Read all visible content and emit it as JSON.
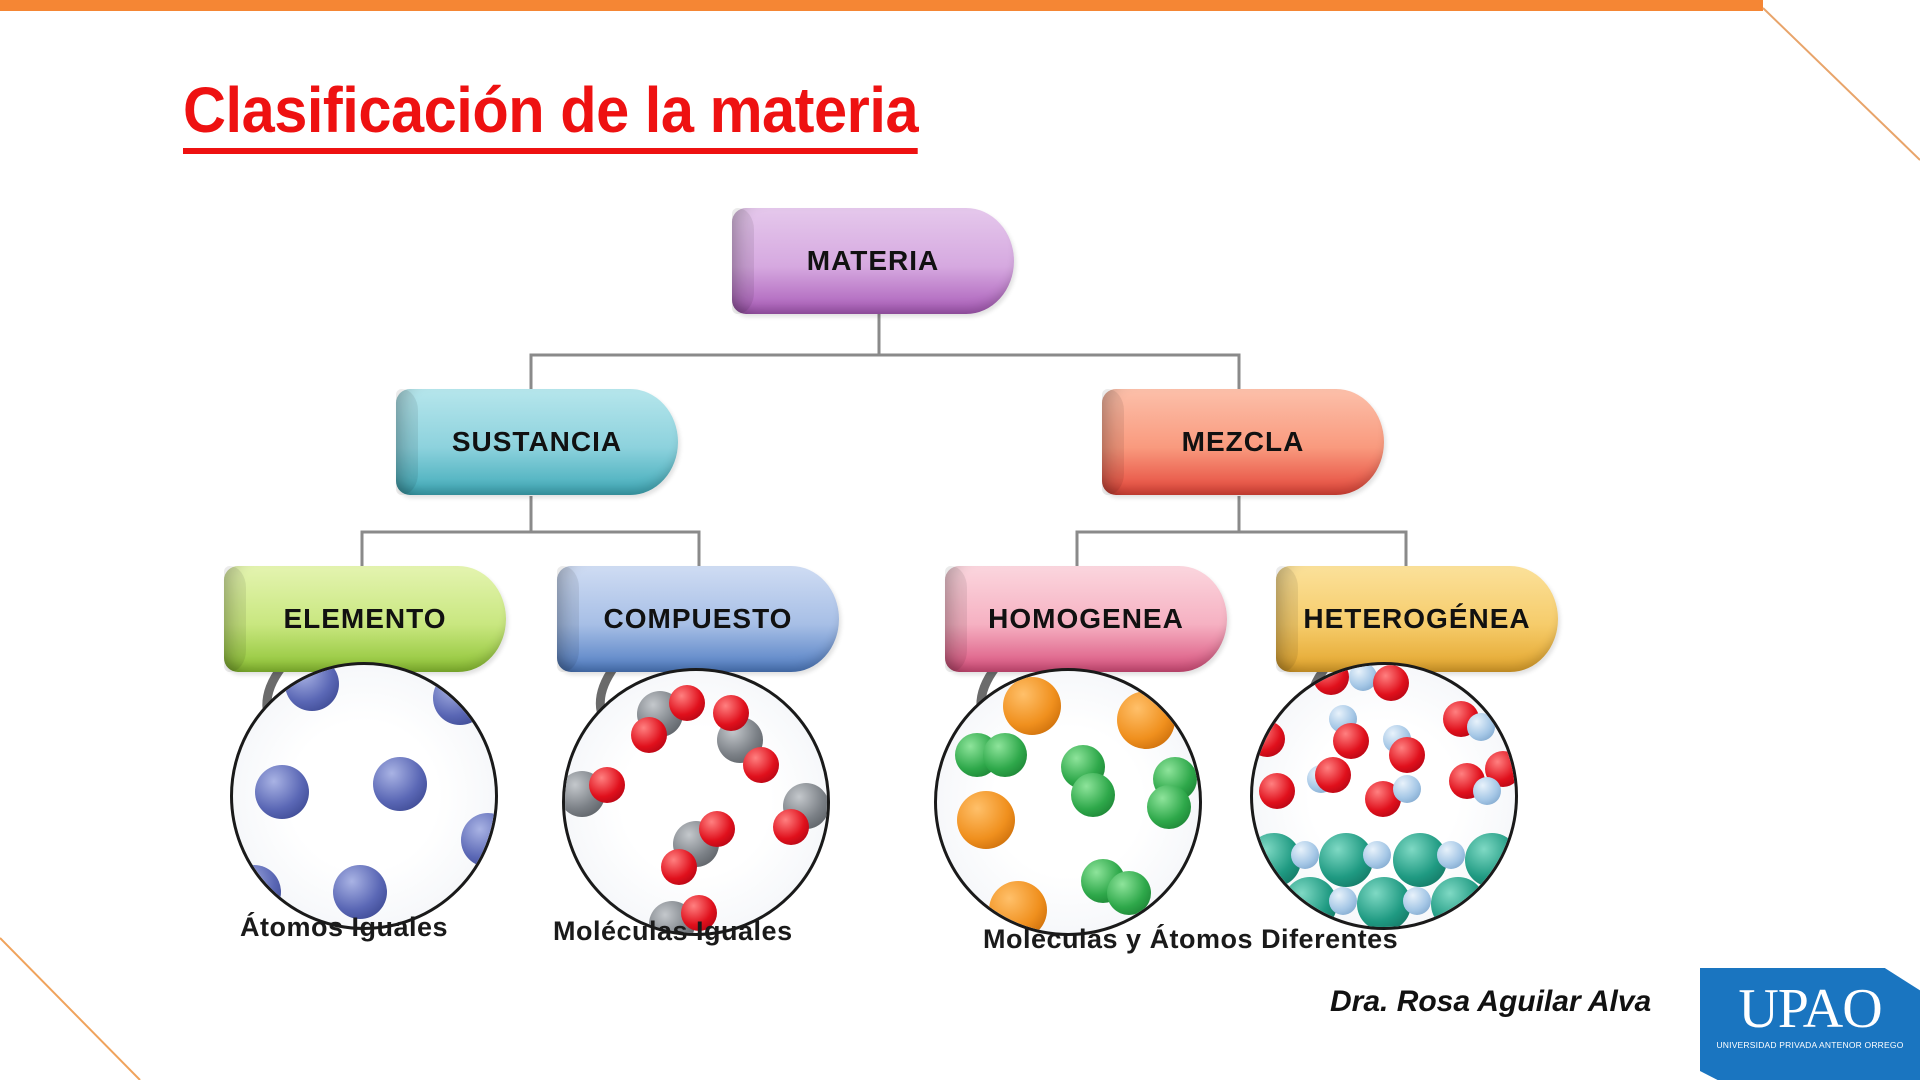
{
  "slide": {
    "title": "Clasificación de la materia",
    "author": "Dra. Rosa Aguilar Alva",
    "accent_color": "#f58634",
    "title_color": "#ee1111"
  },
  "logo": {
    "name": "UPAO",
    "subtitle": "UNIVERSIDAD PRIVADA ANTENOR ORREGO",
    "color": "#1a75c0"
  },
  "diagram": {
    "root": {
      "label": "MATERIA",
      "color": "#d6a9e0"
    },
    "level1": [
      {
        "label": "SUSTANCIA",
        "color": "#8dd2dd"
      },
      {
        "label": "MEZCLA",
        "color": "#f99a7e"
      }
    ],
    "level2": [
      {
        "label": "ELEMENTO",
        "parent": "SUSTANCIA",
        "color": "#c9e780"
      },
      {
        "label": "COMPUESTO",
        "parent": "SUSTANCIA",
        "color": "#a7bfe6"
      },
      {
        "label": "HOMOGENEA",
        "parent": "MEZCLA",
        "color": "#f6b1c2"
      },
      {
        "label": "HETEROGÉNEA",
        "parent": "MEZCLA",
        "color": "#f6cc6b"
      }
    ],
    "illustrations": [
      {
        "for": "ELEMENTO",
        "icon": "identical-atoms-icon"
      },
      {
        "for": "COMPUESTO",
        "icon": "identical-molecules-icon"
      },
      {
        "for": "HOMOGENEA",
        "icon": "mixed-particles-icon"
      },
      {
        "for": "HETEROGÉNEA",
        "icon": "mixed-layered-particles-icon"
      }
    ],
    "captions": [
      "Átomos Iguales",
      "Moléculas Iguales",
      "Moleculas y Átomos Diferentes"
    ]
  }
}
